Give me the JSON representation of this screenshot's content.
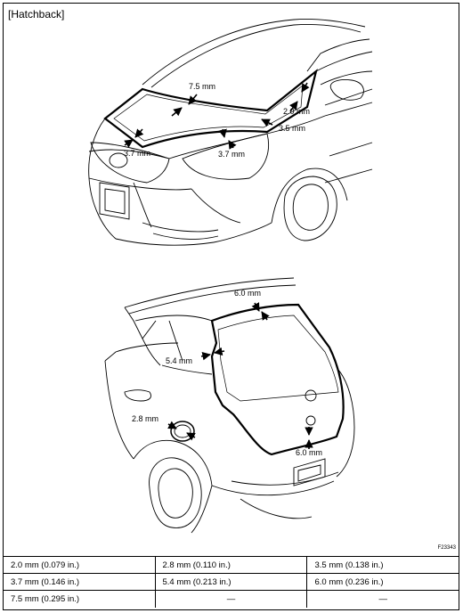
{
  "section_title": "[Hatchback]",
  "figure_id": "F23343",
  "callouts_front": {
    "windshield_top": "7.5 mm",
    "a_pillar": "2.0 mm",
    "cowl_right": "3.5 mm",
    "bottom_left": "3.7 mm",
    "bottom_right": "3.7 mm"
  },
  "callouts_rear": {
    "top": "6.0 mm",
    "left": "5.4 mm",
    "fuel_lid": "2.8 mm",
    "bottom": "6.0 mm"
  },
  "spec_table": [
    [
      "2.0 mm (0.079 in.)",
      "2.8 mm (0.110 in.)",
      "3.5 mm (0.138 in.)"
    ],
    [
      "3.7 mm (0.146 in.)",
      "5.4 mm (0.213 in.)",
      "6.0 mm (0.236 in.)"
    ],
    [
      "7.5 mm (0.295 in.)",
      "—",
      "—"
    ]
  ]
}
